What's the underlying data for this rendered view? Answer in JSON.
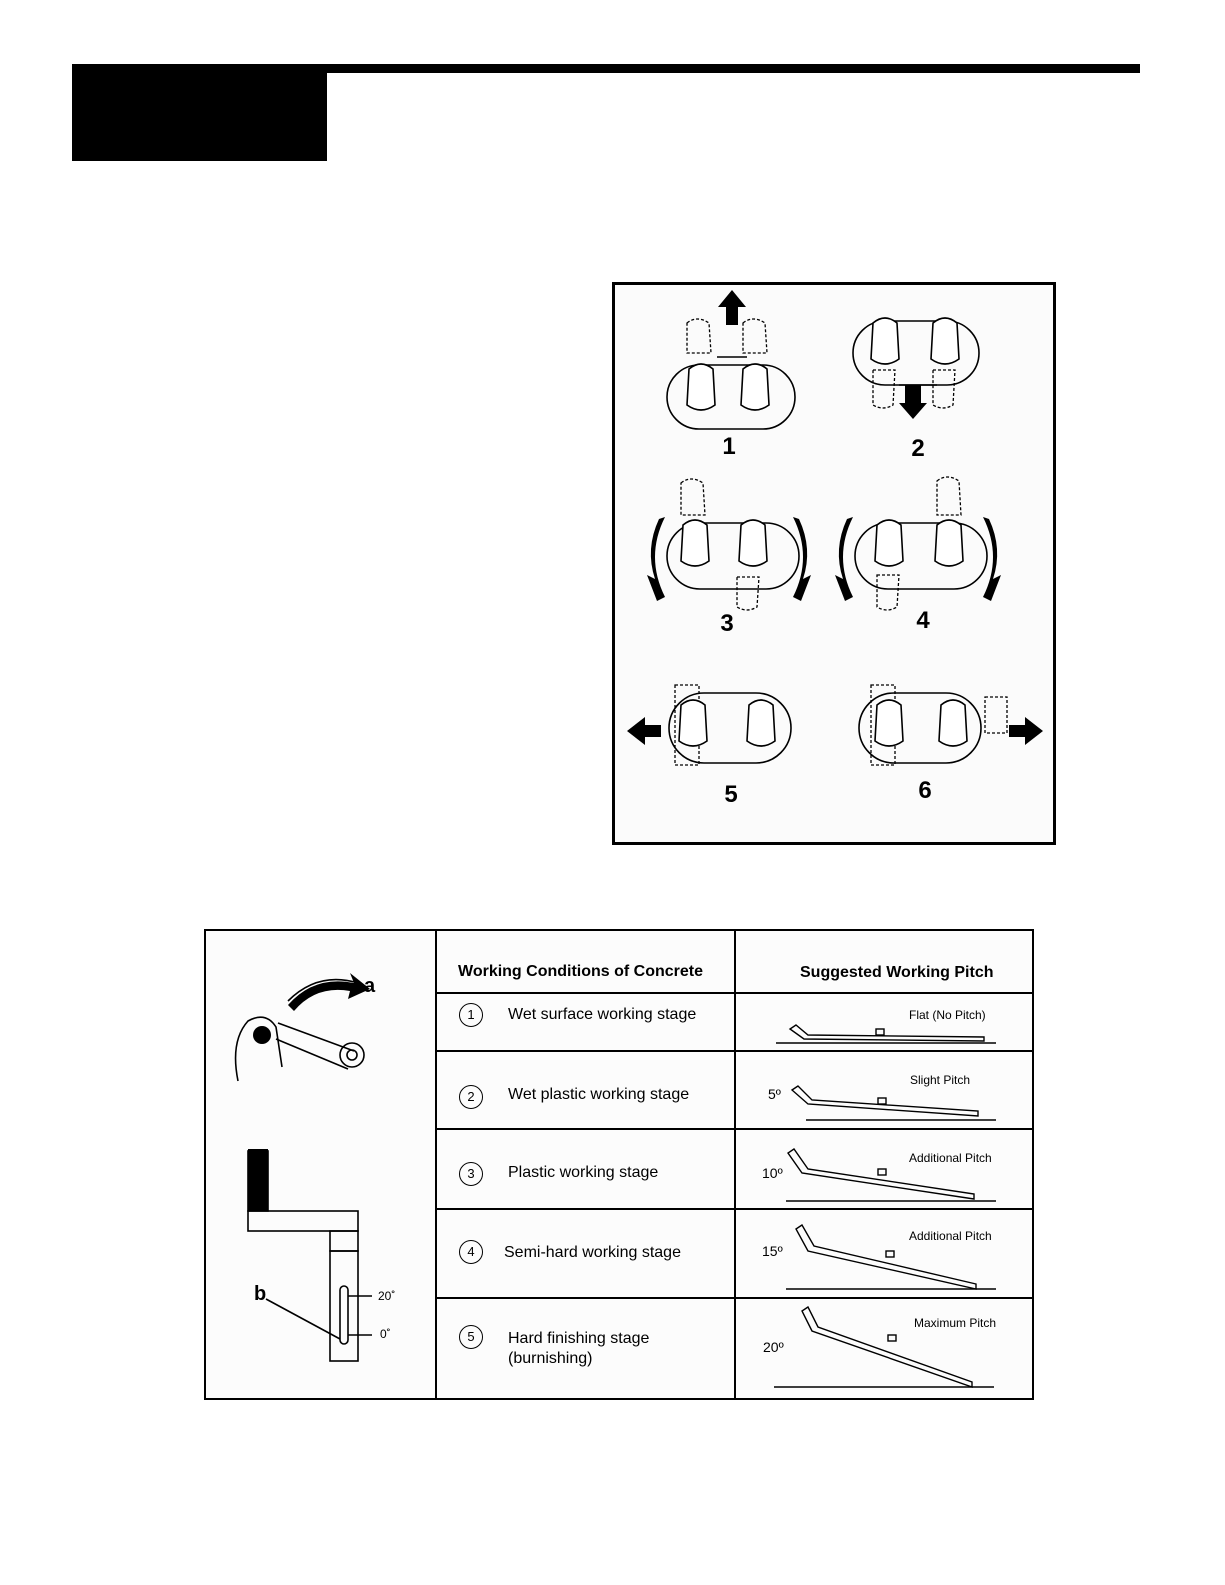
{
  "figure_steps": {
    "labels": [
      "1",
      "2",
      "3",
      "4",
      "5",
      "6"
    ]
  },
  "pitch_table": {
    "headers": {
      "conditions": "Working Conditions of Concrete",
      "pitch": "Suggested Working Pitch"
    },
    "rows": [
      {
        "num": "1",
        "condition": "Wet surface working stage",
        "condition_line2": "",
        "degree": "",
        "pitch": "Flat (No Pitch)"
      },
      {
        "num": "2",
        "condition": "Wet plastic working stage",
        "condition_line2": "",
        "degree": "5º",
        "pitch": "Slight Pitch"
      },
      {
        "num": "3",
        "condition": "Plastic working stage",
        "condition_line2": "",
        "degree": "10º",
        "pitch": "Additional Pitch"
      },
      {
        "num": "4",
        "condition": "Semi-hard working stage",
        "condition_line2": "",
        "degree": "15º",
        "pitch": "Additional Pitch"
      },
      {
        "num": "5",
        "condition": "Hard finishing stage",
        "condition_line2": "(burnishing)",
        "degree": "20º",
        "pitch": "Maximum Pitch"
      }
    ],
    "left_panel": {
      "callout_a": "a",
      "callout_b": "b",
      "slot_top": "20˚",
      "slot_bottom": "0˚"
    }
  }
}
